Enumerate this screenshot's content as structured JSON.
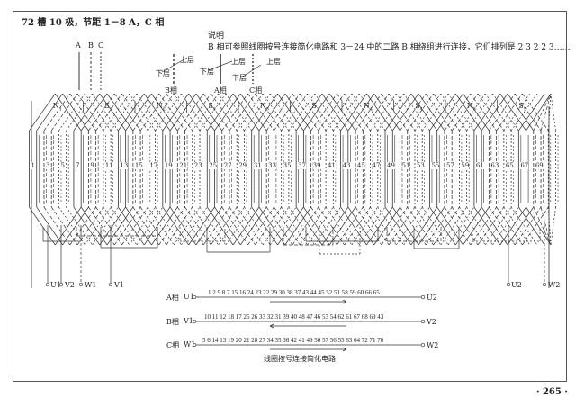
{
  "title": "72 槽 10 极，节距 1－8 A，C 相",
  "note": {
    "heading": "说明",
    "text": "B 相可参照线圈按号连接简化电路和 3－24 中的二路 B 相绕组进行连接，它们排列是 2 3 2 2 3……"
  },
  "legend": {
    "phase_letters": [
      "A",
      "B",
      "C"
    ],
    "upper_layer": "上层",
    "lower_layer": "下层",
    "phase_b": "B相",
    "phase_a": "A相",
    "phase_c": "C相"
  },
  "poles": [
    "N1",
    "S1",
    "N2",
    "S2",
    "N3",
    "S3",
    "N4",
    "S4",
    "N5",
    "S5"
  ],
  "slot_labels": [
    1,
    3,
    5,
    7,
    9,
    11,
    13,
    15,
    17,
    19,
    21,
    23,
    25,
    27,
    29,
    31,
    33,
    35,
    37,
    39,
    41,
    43,
    45,
    47,
    49,
    51,
    53,
    55,
    57,
    59,
    61,
    63,
    65,
    67,
    69
  ],
  "terminals": {
    "u1": "U1",
    "v2": "V2",
    "w1": "W1",
    "v1": "V1",
    "u2": "U2",
    "w2": "W2"
  },
  "circuit": {
    "caption": "线圈按号连接简化电路",
    "rows": [
      {
        "phase": "A相",
        "start": "U1",
        "end": "U2",
        "sequence": "1 2 9 8 7 15 16 24 23 22 29 30 38 37 43 44 45 52 51 58 59 60 66 65",
        "direction": "right"
      },
      {
        "phase": "B相",
        "start": "V1",
        "end": "V2",
        "sequence": "10 11 12 18 17 25 26 33 32 31 39 40 48 47 46 53 54 62 61 67 68 69 43",
        "direction": "left"
      },
      {
        "phase": "C相",
        "start": "W1",
        "end": "W2",
        "sequence": "5 6 14 13 19 20 21 28 27 34 35 36 42 41 49 50 57 56 55 63 64 72 71 70",
        "direction": "right"
      }
    ]
  },
  "page_number": "· 265 ·"
}
